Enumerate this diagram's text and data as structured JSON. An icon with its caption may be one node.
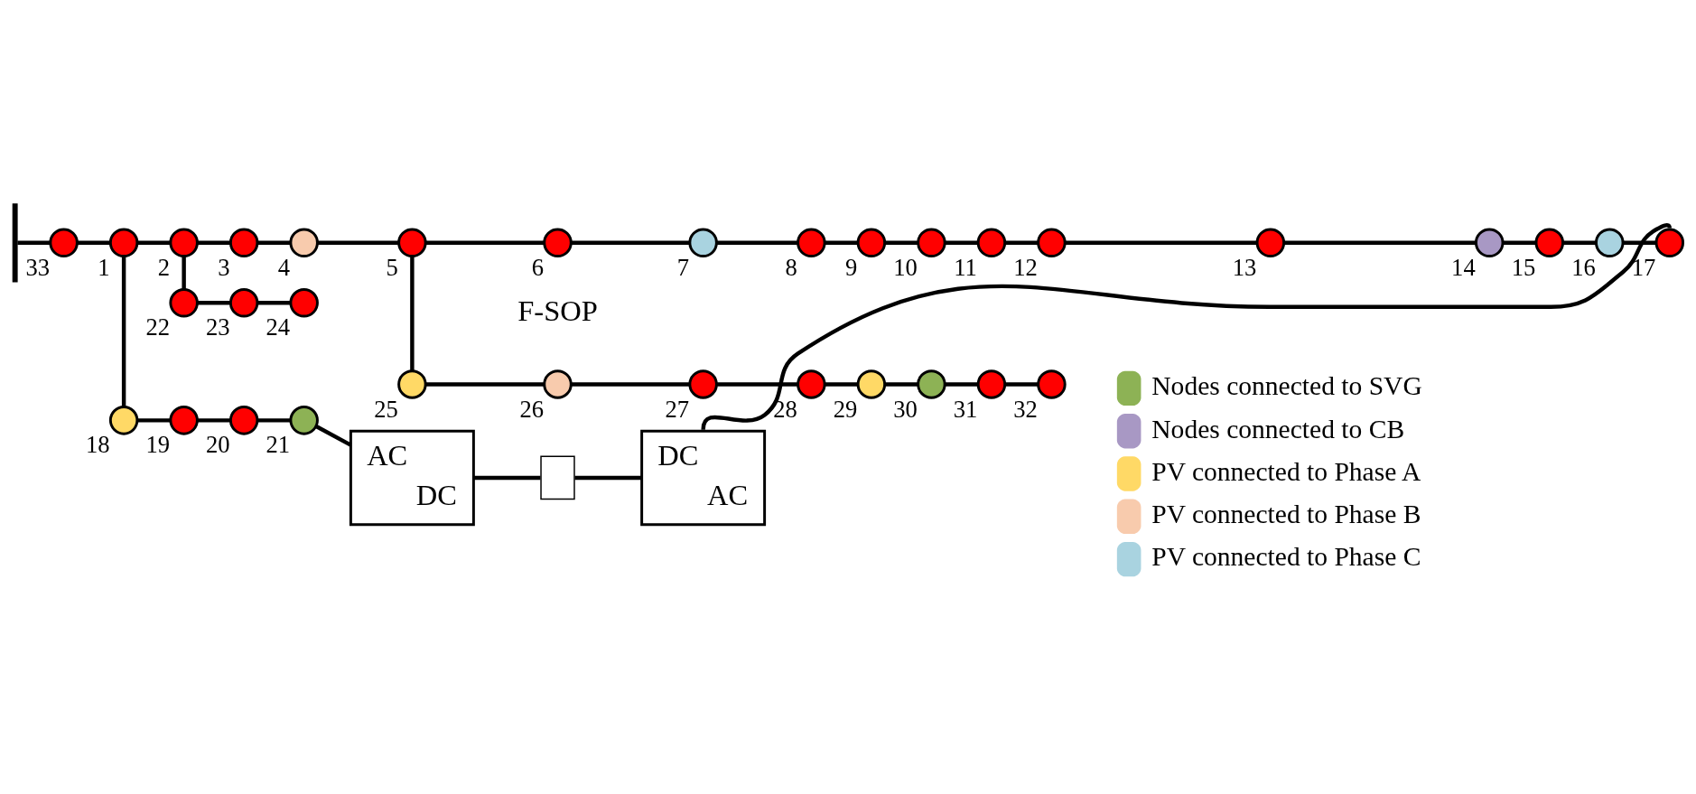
{
  "diagram": {
    "nodes": [
      {
        "text": [],
        "shape": "bar"
      },
      {
        "text": [
          "1"
        ]
      },
      {
        "text": [
          "2"
        ]
      },
      {
        "text": [
          "3"
        ]
      },
      {
        "text": [
          "4"
        ]
      },
      {
        "text": [
          "5"
        ]
      },
      {
        "text": [
          "6"
        ]
      },
      {
        "text": [
          "7"
        ]
      },
      {
        "text": [
          "8"
        ]
      },
      {
        "text": [
          "9"
        ]
      },
      {
        "text": [
          "10"
        ]
      },
      {
        "text": [
          "11"
        ]
      },
      {
        "text": [
          "12"
        ]
      },
      {
        "text": [
          "13"
        ]
      },
      {
        "text": [
          "14"
        ]
      },
      {
        "text": [
          "15"
        ]
      },
      {
        "text": [
          "16"
        ]
      },
      {
        "text": [
          "17"
        ]
      },
      {
        "text": [
          "18"
        ]
      },
      {
        "text": [
          "19"
        ]
      },
      {
        "text": [
          "20"
        ]
      },
      {
        "text": [
          "21"
        ]
      },
      {
        "text": [
          "22"
        ]
      },
      {
        "text": [
          "23"
        ]
      },
      {
        "text": [
          "24"
        ]
      },
      {
        "text": [
          "25"
        ]
      },
      {
        "text": [
          "26"
        ]
      },
      {
        "text": [
          "27"
        ]
      },
      {
        "text": [
          "28"
        ]
      },
      {
        "text": [
          "29"
        ]
      },
      {
        "text": [
          "30"
        ]
      },
      {
        "text": [
          "31"
        ]
      },
      {
        "text": [
          "32"
        ]
      },
      {
        "text": [
          "33"
        ]
      },
      {
        "text": [
          "AC",
          "DC"
        ]
      },
      {
        "text": [],
        "shape": "capacitor"
      },
      {
        "text": [
          "DC",
          "AC"
        ]
      }
    ],
    "edges": [
      {
        "from": 0,
        "to": 33,
        "arrow": "none"
      },
      {
        "from": 33,
        "to": 1,
        "arrow": "none"
      },
      {
        "from": 1,
        "to": 2,
        "arrow": "none"
      },
      {
        "from": 2,
        "to": 3,
        "arrow": "none"
      },
      {
        "from": 3,
        "to": 4,
        "arrow": "none"
      },
      {
        "from": 4,
        "to": 5,
        "arrow": "none"
      },
      {
        "from": 5,
        "to": 6,
        "arrow": "none"
      },
      {
        "from": 6,
        "to": 7,
        "arrow": "none"
      },
      {
        "from": 7,
        "to": 8,
        "arrow": "none"
      },
      {
        "from": 8,
        "to": 9,
        "arrow": "none"
      },
      {
        "from": 9,
        "to": 10,
        "arrow": "none"
      },
      {
        "from": 10,
        "to": 11,
        "arrow": "none"
      },
      {
        "from": 11,
        "to": 12,
        "arrow": "none"
      },
      {
        "from": 12,
        "to": 13,
        "arrow": "none"
      },
      {
        "from": 13,
        "to": 14,
        "arrow": "none"
      },
      {
        "from": 14,
        "to": 15,
        "arrow": "none"
      },
      {
        "from": 15,
        "to": 16,
        "arrow": "none"
      },
      {
        "from": 16,
        "to": 17,
        "arrow": "none"
      },
      {
        "from": 1,
        "to": 18,
        "arrow": "none"
      },
      {
        "from": 18,
        "to": 19,
        "arrow": "none"
      },
      {
        "from": 19,
        "to": 20,
        "arrow": "none"
      },
      {
        "from": 20,
        "to": 21,
        "arrow": "none"
      },
      {
        "from": 2,
        "to": 22,
        "arrow": "none"
      },
      {
        "from": 22,
        "to": 23,
        "arrow": "none"
      },
      {
        "from": 23,
        "to": 24,
        "arrow": "none"
      },
      {
        "from": 5,
        "to": 25,
        "arrow": "none"
      },
      {
        "from": 25,
        "to": 26,
        "arrow": "none"
      },
      {
        "from": 26,
        "to": 27,
        "arrow": "none"
      },
      {
        "from": 27,
        "to": 28,
        "arrow": "none"
      },
      {
        "from": 28,
        "to": 29,
        "arrow": "none"
      },
      {
        "from": 29,
        "to": 30,
        "arrow": "none"
      },
      {
        "from": 30,
        "to": 31,
        "arrow": "none"
      },
      {
        "from": 31,
        "to": 32,
        "arrow": "none"
      },
      {
        "from": 21,
        "to": 34,
        "arrow": "none"
      },
      {
        "from": 34,
        "to": 35,
        "arrow": "none"
      },
      {
        "from": 35,
        "to": 36,
        "arrow": "none"
      },
      {
        "from": 36,
        "to": 17,
        "arrow": "none"
      }
    ],
    "labels": [
      "F-SOP"
    ],
    "legend": [
      {
        "text": "Nodes connected to SVG",
        "color": "#8db255"
      },
      {
        "text": "Nodes connected to CB",
        "color": "#a898c4"
      },
      {
        "text": "PV connected to Phase A",
        "color": "#ffd966"
      },
      {
        "text": "PV connected to Phase B",
        "color": "#f8cbad"
      },
      {
        "text": "PV connected to Phase C",
        "color": "#a9d3e0"
      }
    ]
  }
}
